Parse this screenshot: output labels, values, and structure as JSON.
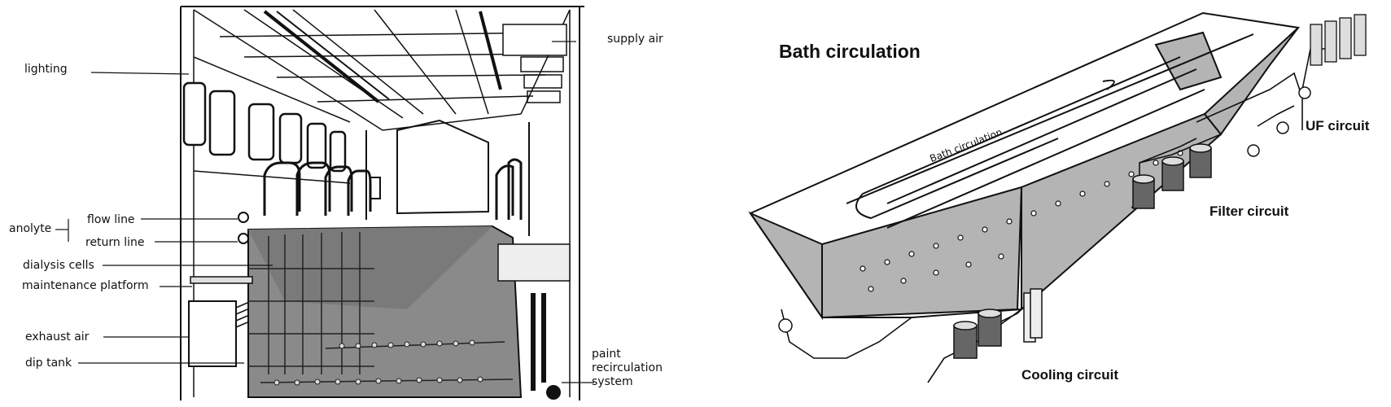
{
  "left_diagram": {
    "labels": {
      "lighting": "lighting",
      "supply_air": "supply air",
      "anolyte": "anolyte",
      "flow_line": "flow line",
      "return_line": "return line",
      "dialysis_cells": "dialysis cells",
      "maintenance_platform": "maintenance platform",
      "exhaust_air": "exhaust air",
      "dip_tank": "dip tank",
      "paint_recirculation_line1": "paint",
      "paint_recirculation_line2": "recirculation",
      "paint_recirculation_line3": "system"
    }
  },
  "right_diagram": {
    "title": "Bath circulation",
    "inner_label": "Bath circulation",
    "circuits": {
      "uf": "UF circuit",
      "filter": "Filter circuit",
      "cooling": "Cooling circuit"
    }
  },
  "colors": {
    "line": "#111111",
    "tank_fill": "#8a8a8a",
    "trough_fill": "#b4b4b4",
    "paper": "#ffffff"
  }
}
